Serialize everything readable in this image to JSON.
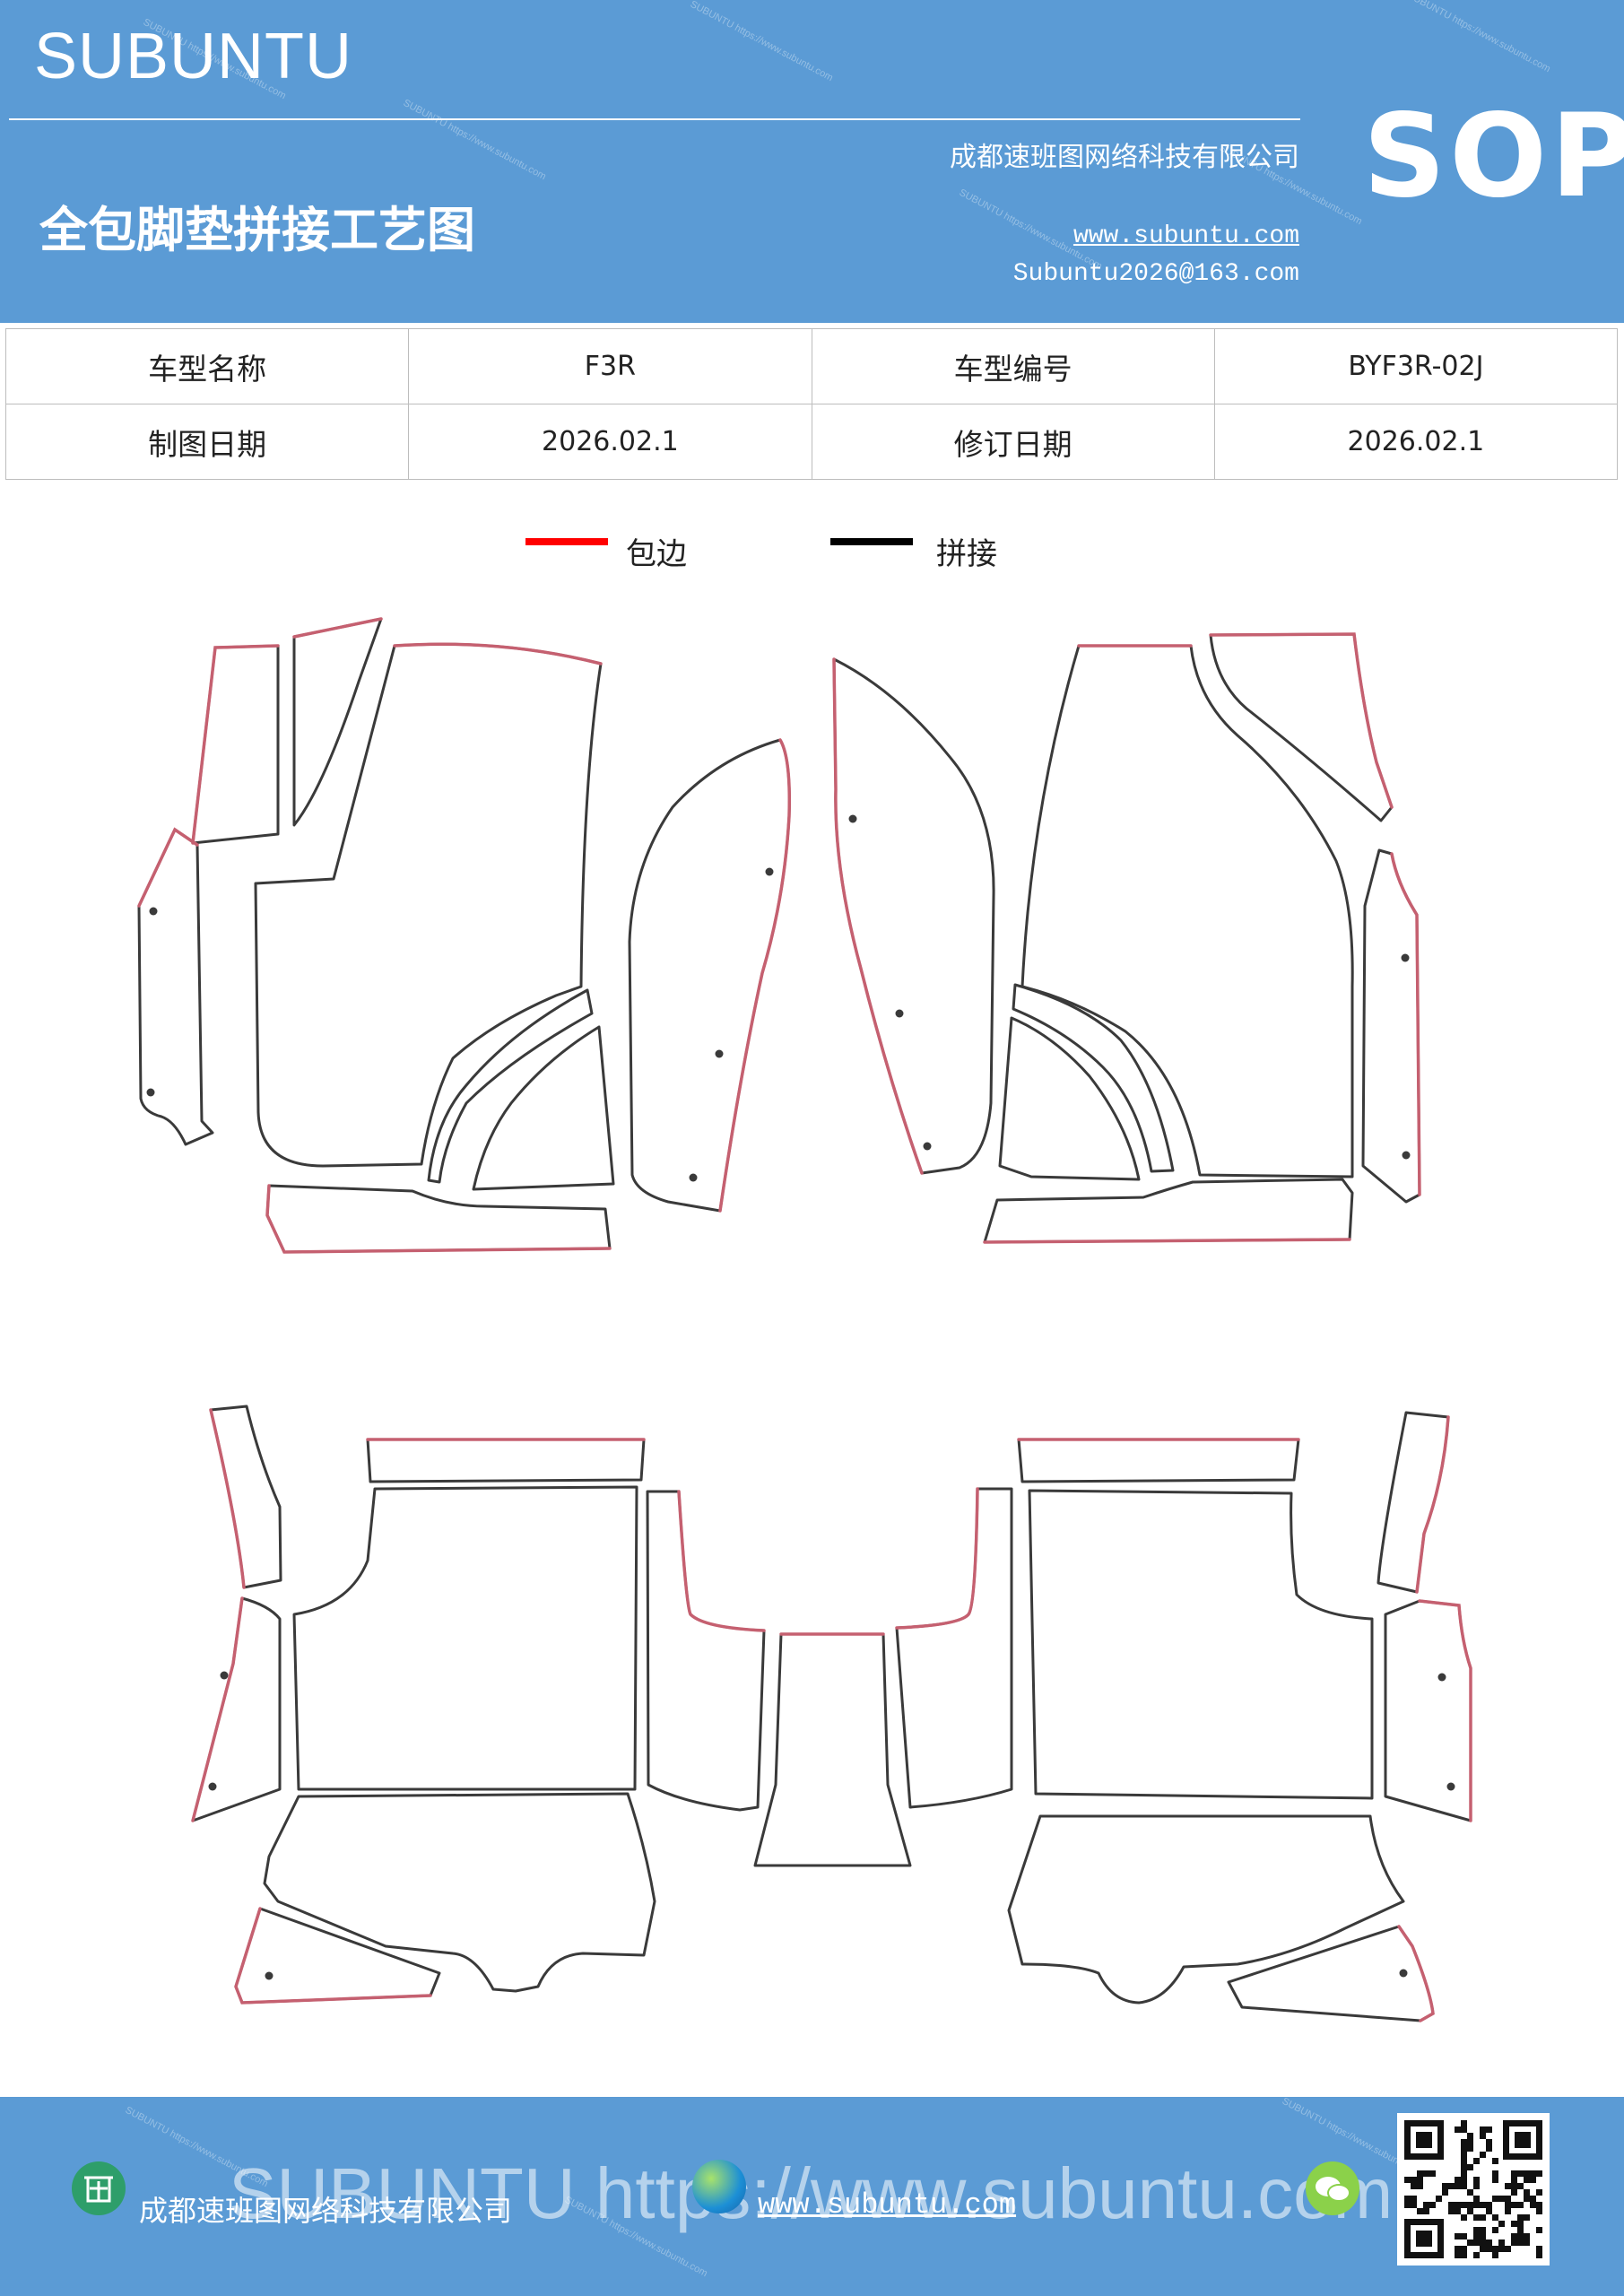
{
  "header": {
    "brand": "SUBUNTU",
    "company": "成都速班图网络科技有限公司",
    "title": "全包脚垫拼接工艺图",
    "website": "www.subuntu.com",
    "email": "Subuntu2026@163.com",
    "badge": "SOP",
    "watermark": "SUBUNTU https://www.subuntu.com"
  },
  "info_table": {
    "rows": [
      [
        {
          "label": "车型名称",
          "value": "F3R"
        },
        {
          "label": "车型编号",
          "value": "BYF3R-02J"
        }
      ],
      [
        {
          "label": "制图日期",
          "value": "2026.02.1"
        },
        {
          "label": "修订日期",
          "value": "2026.02.1"
        }
      ]
    ]
  },
  "legend": {
    "items": [
      {
        "label": "包边",
        "color": "#ff0000"
      },
      {
        "label": "拼接",
        "color": "#000000"
      }
    ]
  },
  "diagram": {
    "stroke_color": "#3a3a3a",
    "edge_color": "#c56070"
  },
  "footer": {
    "company": "成都速班图网络科技有限公司",
    "website": "www.subuntu.com",
    "watermark_big": "SUBUNTU https://www.subuntu.com",
    "icons": [
      "building-icon",
      "globe-icon",
      "wechat-icon"
    ],
    "colors": {
      "bg": "#5b9bd5"
    }
  }
}
